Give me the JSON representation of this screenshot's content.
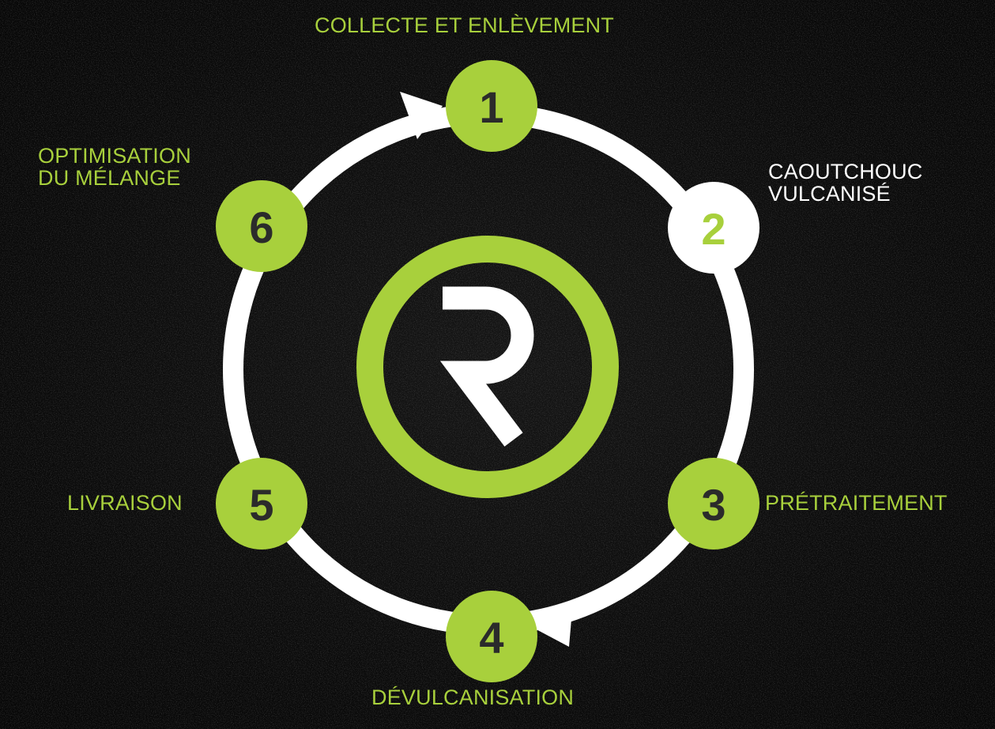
{
  "diagram": {
    "type": "cycle",
    "colors": {
      "accent": "#a8d03c",
      "ring": "#ffffff",
      "background": "#0b0b0b",
      "number_dark": "#2b2b2b",
      "number_on_white": "#a8d03c"
    },
    "center_logo": {
      "letter": "R",
      "icon": "r-logo-icon"
    },
    "steps": [
      {
        "number": "1",
        "lines": [
          "COLLECTE ET ENLÈVEMENT"
        ]
      },
      {
        "number": "2",
        "lines": [
          "CAOUTCHOUC",
          "VULCANISÉ"
        ]
      },
      {
        "number": "3",
        "lines": [
          "PRÉTRAITEMENT"
        ]
      },
      {
        "number": "4",
        "lines": [
          "DÉVULCANISATION"
        ]
      },
      {
        "number": "5",
        "lines": [
          "LIVRAISON"
        ]
      },
      {
        "number": "6",
        "lines": [
          "OPTIMISATION",
          "DU MÉLANGE"
        ]
      }
    ]
  }
}
